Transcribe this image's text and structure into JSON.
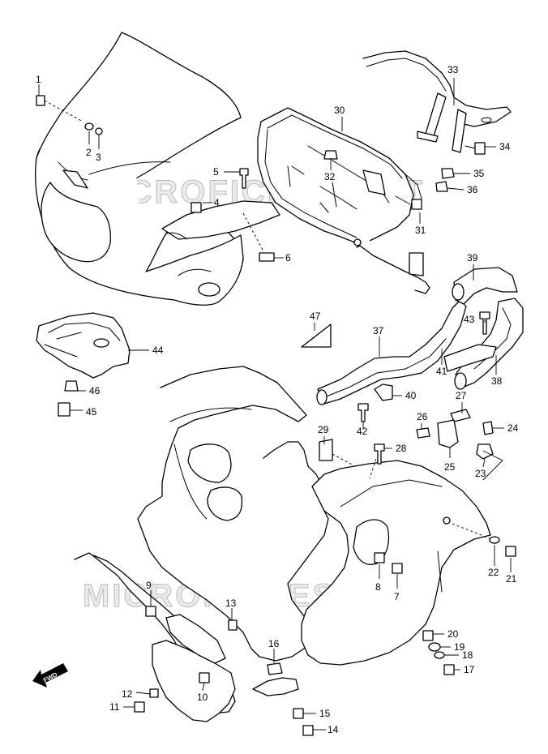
{
  "watermark": "MICROFICHES.NET",
  "fwd_label": "FWD",
  "callouts": [
    {
      "id": "c1",
      "text": "1"
    },
    {
      "id": "c2",
      "text": "2"
    },
    {
      "id": "c3",
      "text": "3"
    },
    {
      "id": "c4",
      "text": "4"
    },
    {
      "id": "c5",
      "text": "5"
    },
    {
      "id": "c6",
      "text": "6"
    },
    {
      "id": "c7",
      "text": "7"
    },
    {
      "id": "c8",
      "text": "8"
    },
    {
      "id": "c9",
      "text": "9"
    },
    {
      "id": "c10",
      "text": "10"
    },
    {
      "id": "c11",
      "text": "11"
    },
    {
      "id": "c12",
      "text": "12"
    },
    {
      "id": "c13",
      "text": "13"
    },
    {
      "id": "c14",
      "text": "14"
    },
    {
      "id": "c15",
      "text": "15"
    },
    {
      "id": "c16",
      "text": "16"
    },
    {
      "id": "c17",
      "text": "17"
    },
    {
      "id": "c18",
      "text": "18"
    },
    {
      "id": "c19",
      "text": "19"
    },
    {
      "id": "c20",
      "text": "20"
    },
    {
      "id": "c21",
      "text": "21"
    },
    {
      "id": "c22",
      "text": "22"
    },
    {
      "id": "c23",
      "text": "23"
    },
    {
      "id": "c24",
      "text": "24"
    },
    {
      "id": "c25",
      "text": "25"
    },
    {
      "id": "c26",
      "text": "26"
    },
    {
      "id": "c27",
      "text": "27"
    },
    {
      "id": "c28",
      "text": "28"
    },
    {
      "id": "c29",
      "text": "29"
    },
    {
      "id": "c30",
      "text": "30"
    },
    {
      "id": "c31",
      "text": "31"
    },
    {
      "id": "c32",
      "text": "32"
    },
    {
      "id": "c33",
      "text": "33"
    },
    {
      "id": "c34",
      "text": "34"
    },
    {
      "id": "c35",
      "text": "35"
    },
    {
      "id": "c36",
      "text": "36"
    },
    {
      "id": "c37",
      "text": "37"
    },
    {
      "id": "c38",
      "text": "38"
    },
    {
      "id": "c39",
      "text": "39"
    },
    {
      "id": "c40",
      "text": "40"
    },
    {
      "id": "c41",
      "text": "41"
    },
    {
      "id": "c42",
      "text": "42"
    },
    {
      "id": "c43",
      "text": "43"
    },
    {
      "id": "c44",
      "text": "44"
    },
    {
      "id": "c45",
      "text": "45"
    },
    {
      "id": "c46",
      "text": "46"
    },
    {
      "id": "c47",
      "text": "47"
    }
  ]
}
